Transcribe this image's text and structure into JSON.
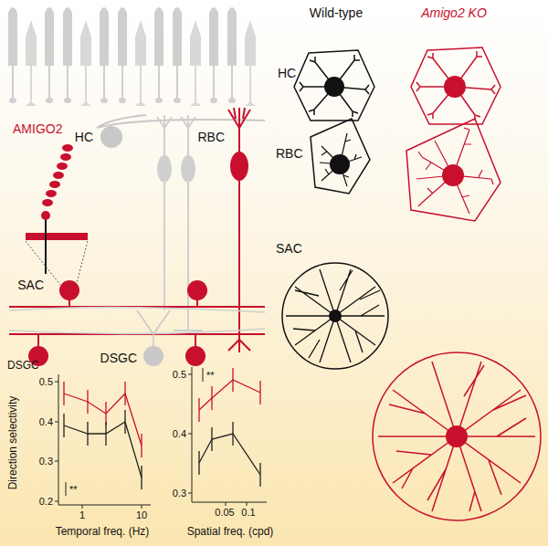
{
  "diagram": {
    "labels": [
      "AMIGO2",
      "HC",
      "RBC",
      "SAC",
      "DSGC",
      "Wild-type",
      "Amigo2 KO",
      "HC",
      "RBC",
      "SAC",
      "DSGC",
      "Direction selectivity",
      "0.5",
      "0.4",
      "0.3",
      "0.2",
      "1",
      "10",
      "Temporal freq. (Hz)",
      "**",
      "0.5",
      "0.4",
      "0.3",
      "0.05",
      "0.1",
      "Spatial freq. (cpd)",
      "**"
    ]
  }
}
